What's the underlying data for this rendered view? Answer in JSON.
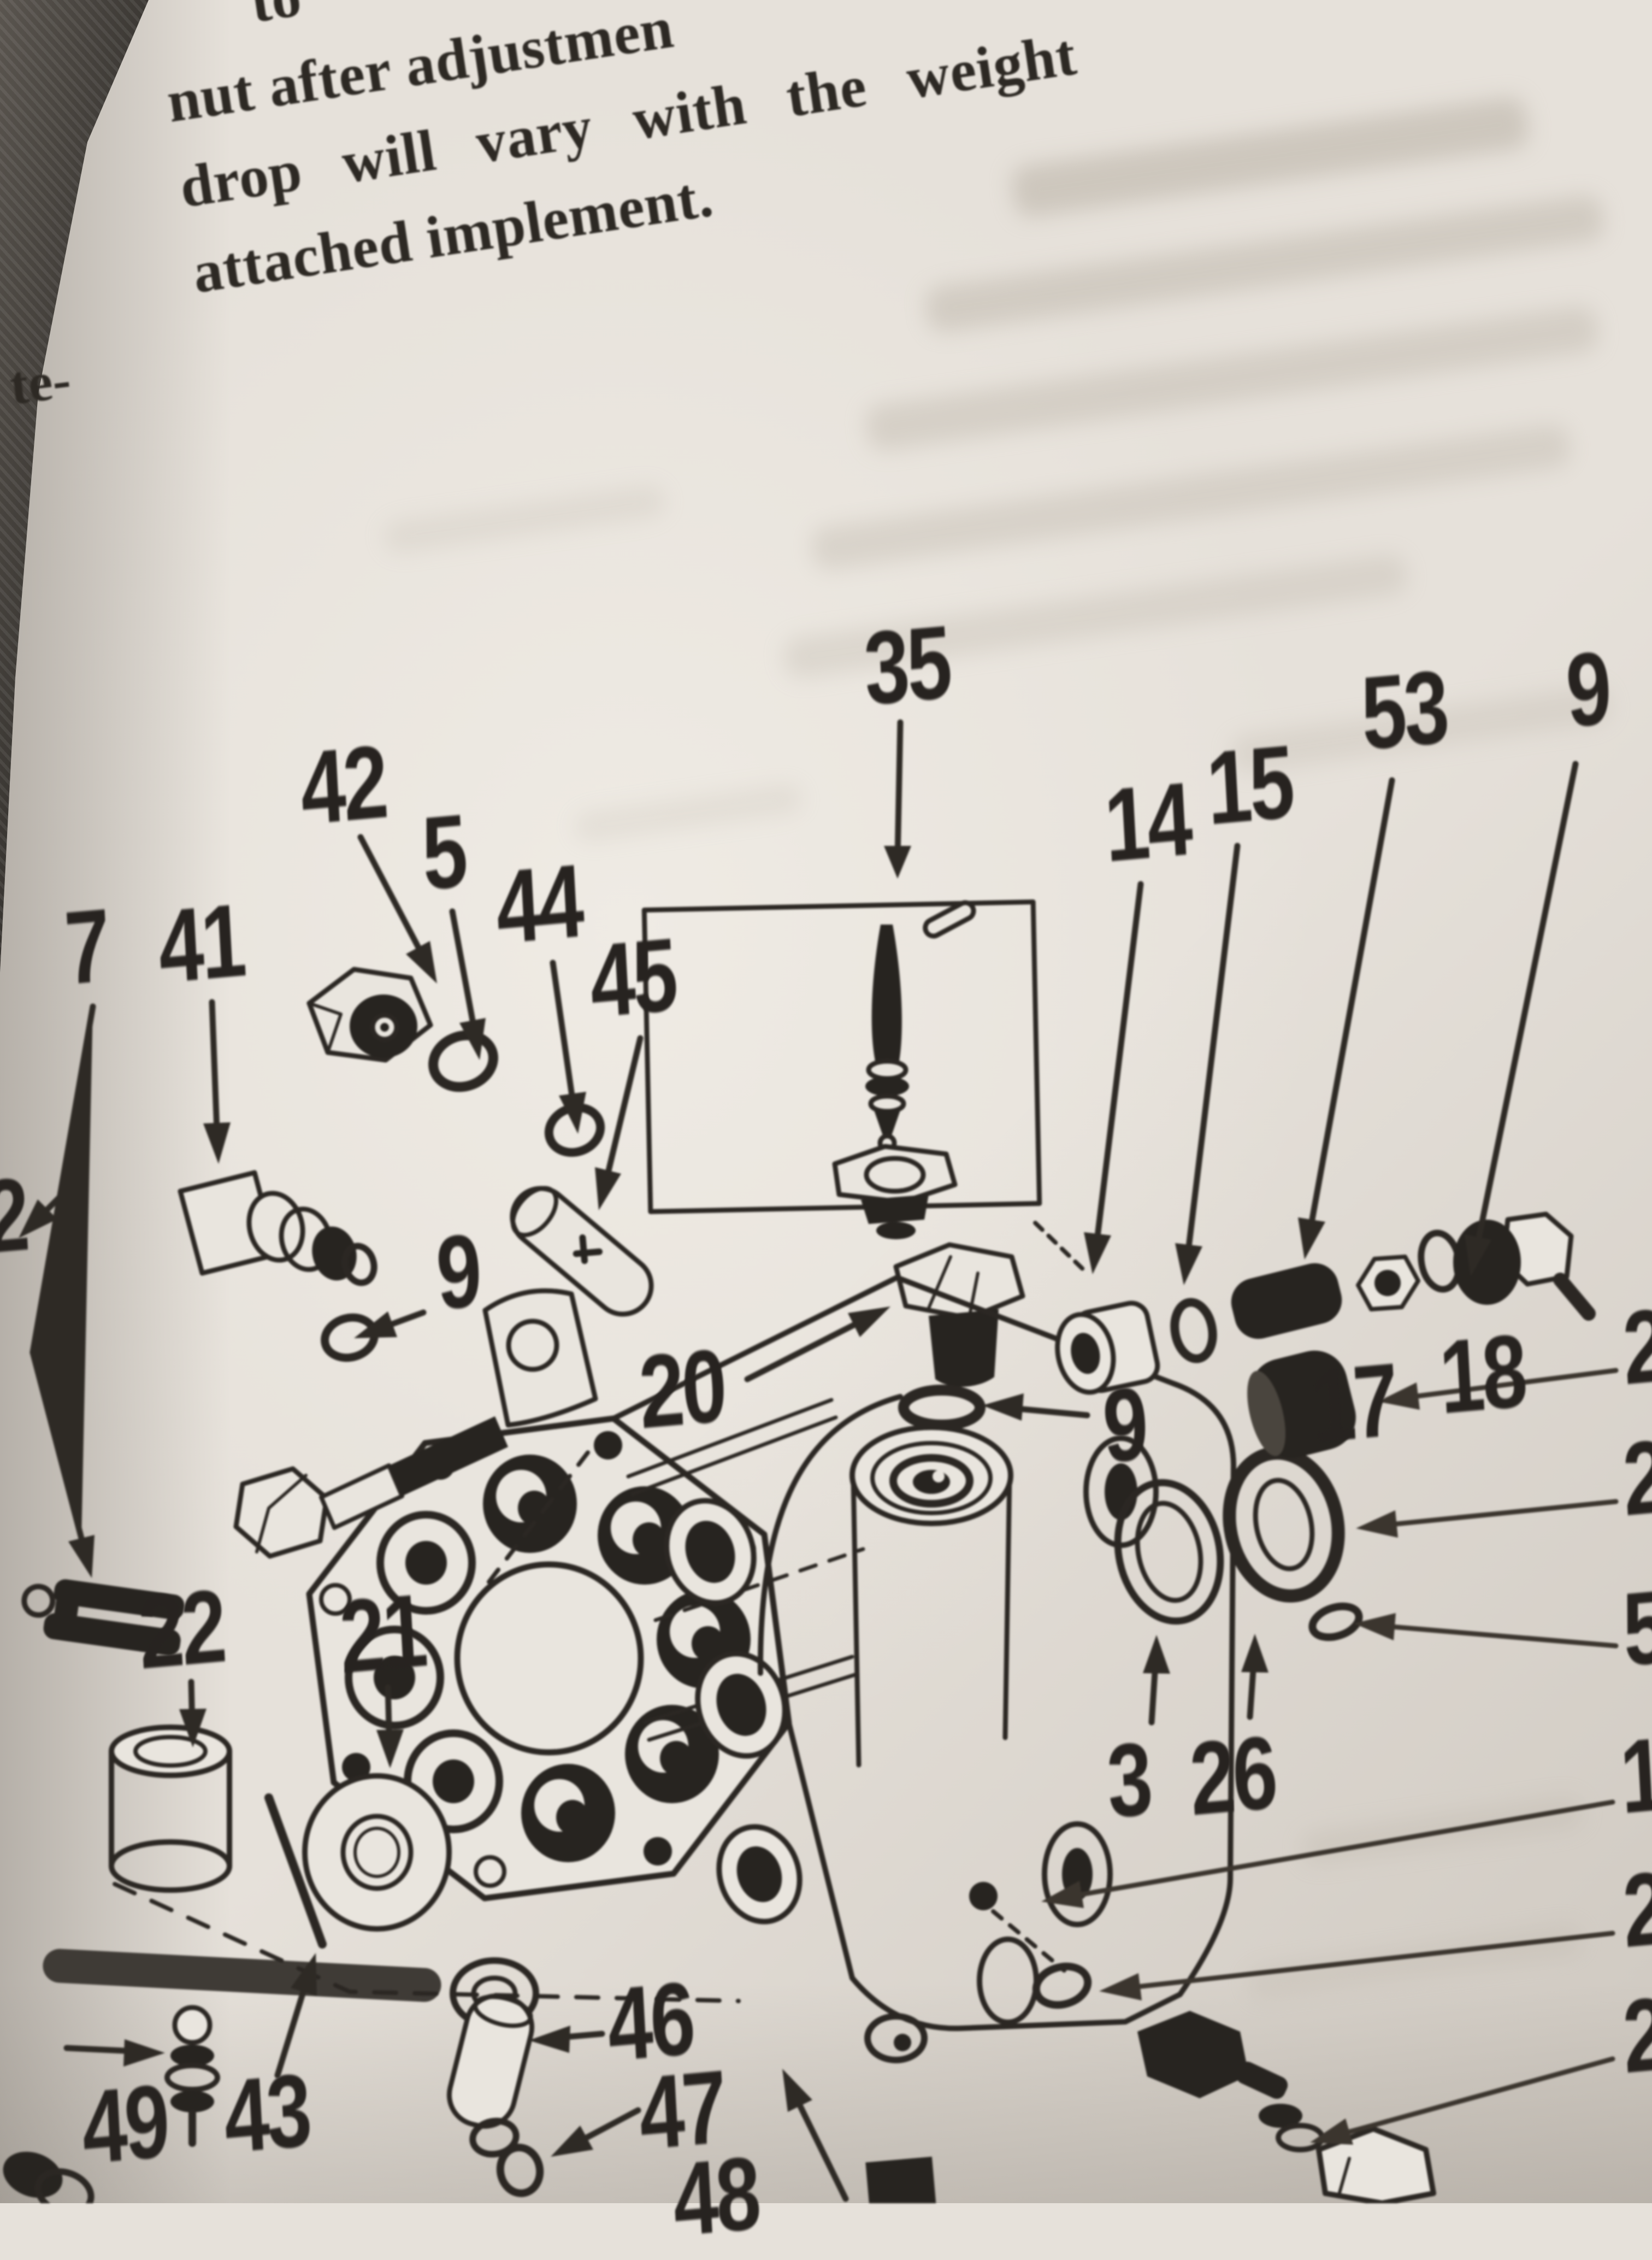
{
  "page": {
    "paragraph": {
      "line1": "to",
      "line2": "nut after adjustmen",
      "line3": "drop will vary with the weight",
      "line4": "attached implement."
    },
    "margin_note": "te-"
  },
  "part_labels": {
    "p35": "35",
    "p42": "42",
    "p5": "5",
    "p44": "44",
    "p45": "45",
    "p7": "7",
    "p41": "41",
    "p14": "14",
    "p15": "15",
    "p53": "53",
    "p9_top": "9",
    "p9_left": "9",
    "p9_mid": "9",
    "p20": "20",
    "p22": "22",
    "p21": "21",
    "p17": "17",
    "p18": "18",
    "p3": "3",
    "p26": "26",
    "p46": "46",
    "p47": "47",
    "p49": "49",
    "p43": "43",
    "p48_partial": "48",
    "p2_left_cut": "2"
  },
  "right_edge_labels": [
    "2",
    "2",
    "5",
    "1",
    "2",
    "2"
  ],
  "colors": {
    "paper": "#e7e2db",
    "ink": "#2a2622",
    "edge_strip": "#3b3835"
  }
}
